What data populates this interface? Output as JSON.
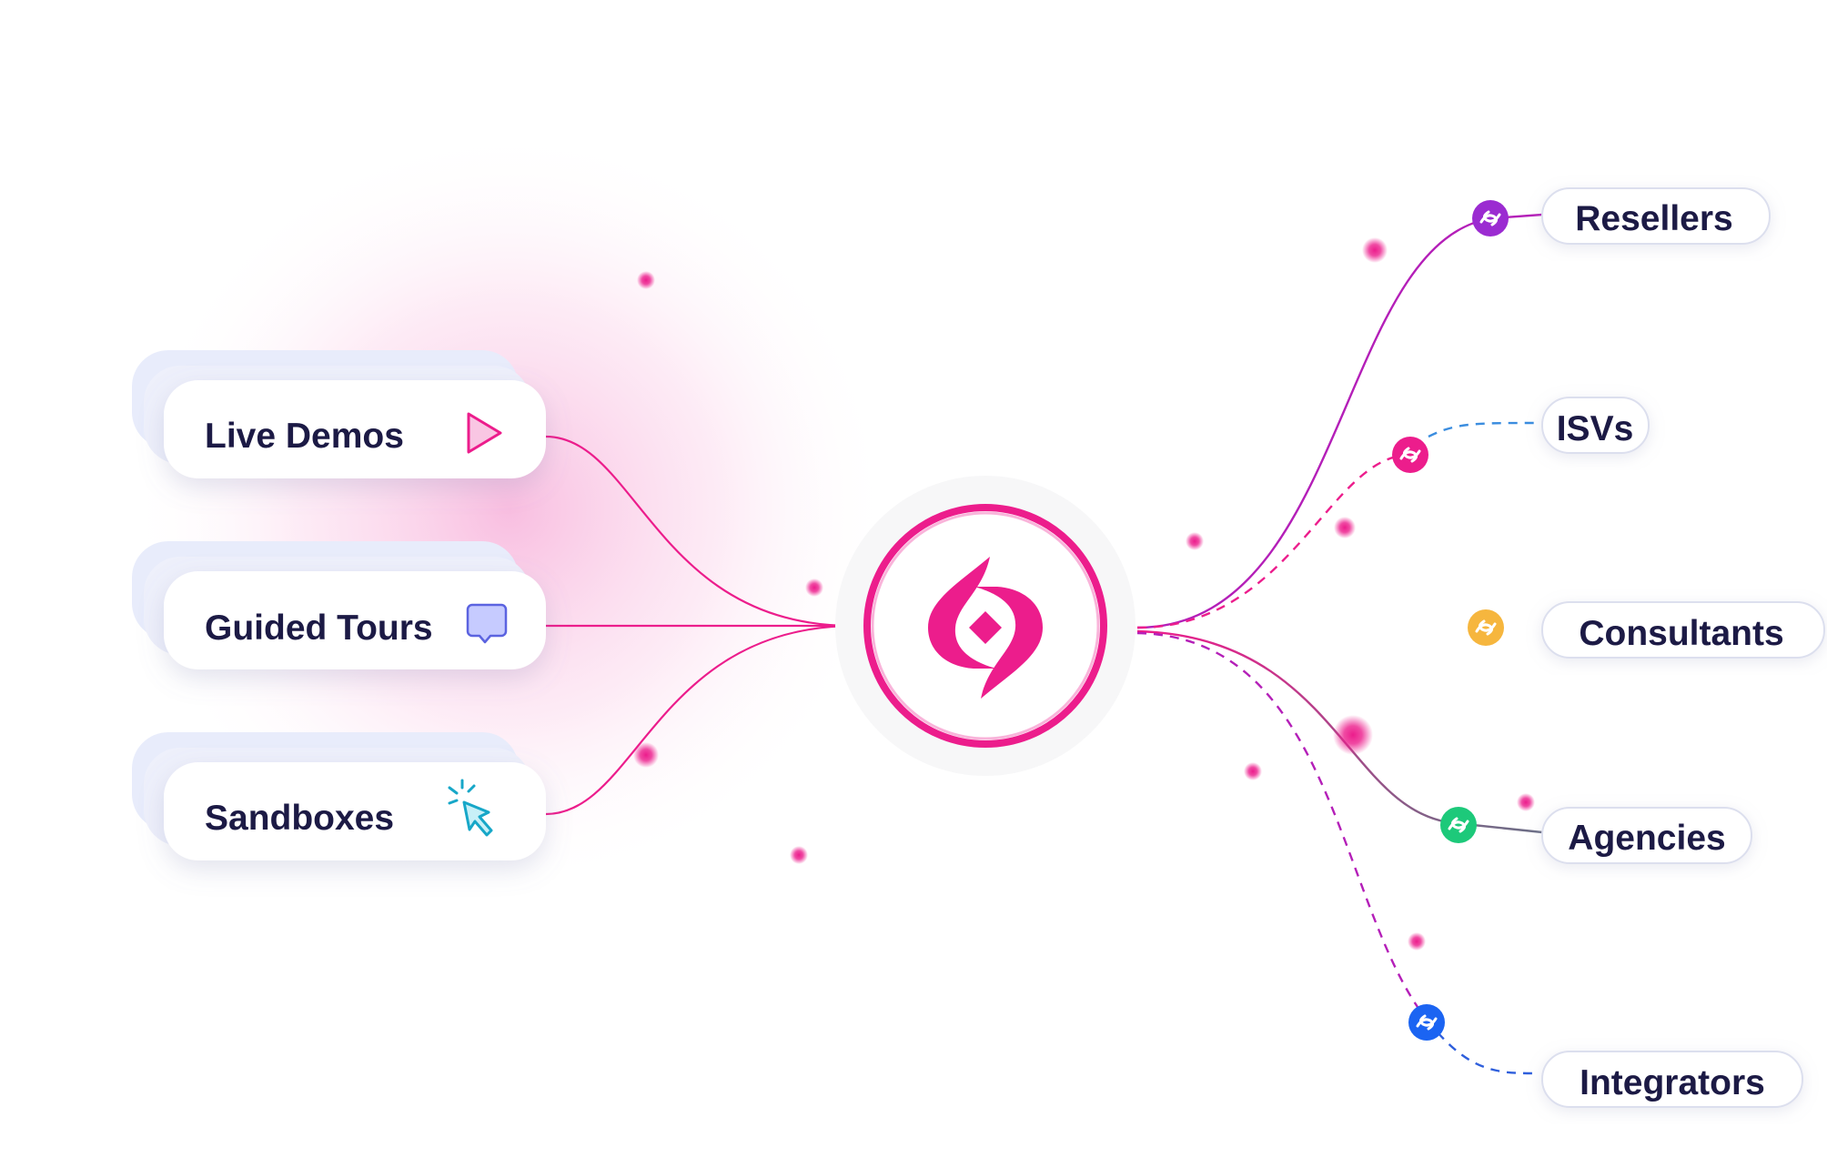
{
  "left_cards": [
    {
      "label": "Live Demos",
      "icon": "play-icon"
    },
    {
      "label": "Guided Tours",
      "icon": "chat-bubble-icon"
    },
    {
      "label": "Sandboxes",
      "icon": "cursor-click-icon"
    }
  ],
  "right_nodes": [
    {
      "label": "Resellers",
      "color": "#9b2bd1",
      "line": "solid"
    },
    {
      "label": "ISVs",
      "color": "#ec1d8c",
      "line": "dashed"
    },
    {
      "label": "Consultants",
      "color": "#f6b63e",
      "line": "solid"
    },
    {
      "label": "Agencies",
      "color": "#1dc97a",
      "line": "solid"
    },
    {
      "label": "Integrators",
      "color": "#1b64f2",
      "line": "dashed"
    }
  ],
  "center": {
    "icon": "hub-logo-icon"
  },
  "colors": {
    "accent": "#ec1d8c",
    "text": "#1c1a45",
    "card_back": "#e8ecfb"
  }
}
